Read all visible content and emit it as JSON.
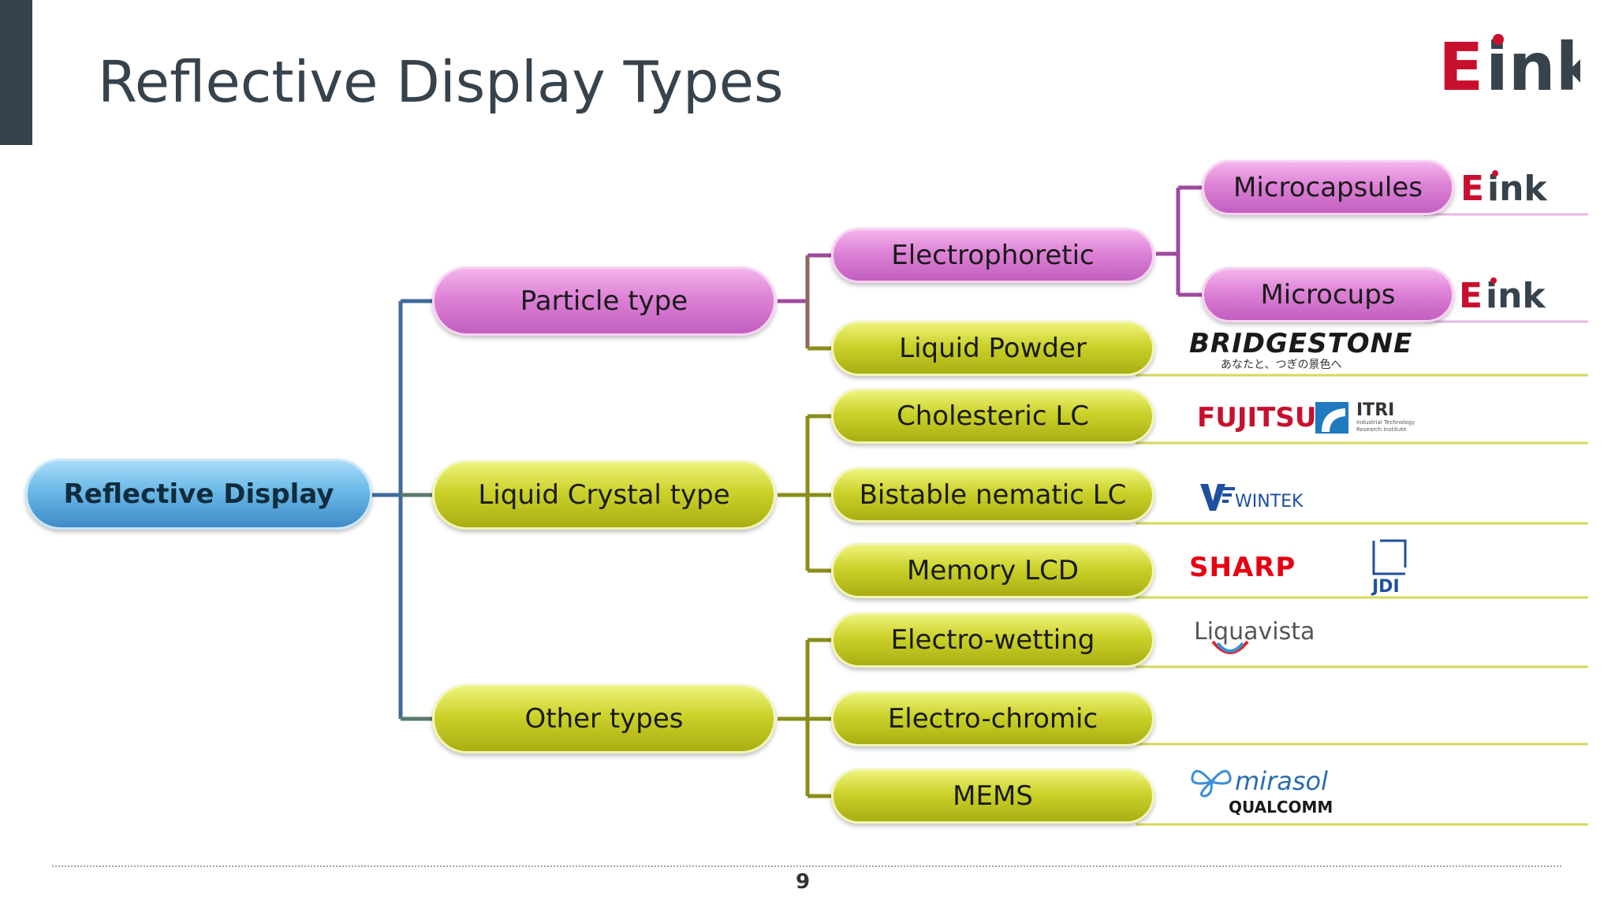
{
  "slide": {
    "title": "Reflective Display Types",
    "brand_logo": "E ink",
    "page_number": "9"
  },
  "diagram": {
    "root": "Reflective Display",
    "level1": {
      "particle": "Particle type",
      "liquid_crystal": "Liquid Crystal type",
      "other": "Other types"
    },
    "level2": {
      "electrophoretic": "Electrophoretic",
      "liquid_powder": "Liquid Powder",
      "cholesteric": "Cholesteric LC",
      "bistable": "Bistable nematic LC",
      "memory_lcd": "Memory LCD",
      "electrowetting": "Electro-wetting",
      "electrochromic": "Electro-chromic",
      "mems": "MEMS"
    },
    "level3": {
      "microcapsules": "Microcapsules",
      "microcups": "Microcups"
    }
  },
  "logos": {
    "eink_1": "E ink",
    "eink_2": "E ink",
    "bridgestone": "BRIDGESTONE",
    "bridgestone_tagline": "あなたと、つぎの景色へ",
    "fujitsu": "FUJITSU",
    "itri": "ITRI",
    "itri_sub1": "Industrial Technology",
    "itri_sub2": "Research Institute",
    "wintek": "WINTEK",
    "sharp": "SHARP",
    "jdi": "JDI",
    "liquavista": "Liquavista",
    "mirasol": "mirasol",
    "qualcomm": "QUALCOMM"
  },
  "colors": {
    "title": "#37434c",
    "pink_node": "#dd82d6",
    "yellow_node": "#cbd22a",
    "blue_node": "#6ab9e8",
    "connector_blue": "#3f6a9a",
    "connector_pink": "#a04a9c",
    "connector_olive": "#8a8e1a",
    "eink_red": "#c8102e",
    "sharp_red": "#e60012",
    "wintek_blue": "#1f4fa0"
  }
}
